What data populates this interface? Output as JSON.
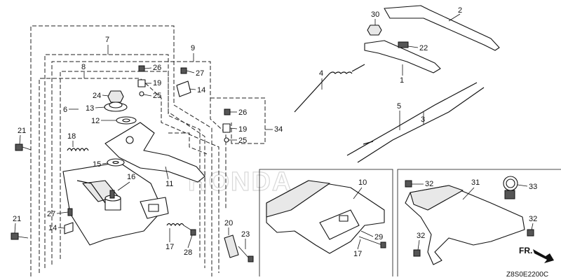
{
  "diagram": {
    "watermark": "HONDA",
    "code": "Z8S0E2200C",
    "direction_label": "FR.",
    "callouts": {
      "c1": "1",
      "c2": "2",
      "c3": "3",
      "c4": "4",
      "c5": "5",
      "c6": "6",
      "c7": "7",
      "c8": "8",
      "c9": "9",
      "c10": "10",
      "c11": "11",
      "c12": "12",
      "c13": "13",
      "c14a": "14",
      "c14b": "14",
      "c15": "15",
      "c16": "16",
      "c17a": "17",
      "c17b": "17",
      "c18": "18",
      "c19a": "19",
      "c19b": "19",
      "c20": "20",
      "c21a": "21",
      "c21b": "21",
      "c22": "22",
      "c23": "23",
      "c24": "24",
      "c25a": "25",
      "c25b": "25",
      "c26a": "26",
      "c26b": "26",
      "c27a": "27",
      "c27b": "27",
      "c28": "28",
      "c29": "29",
      "c30": "30",
      "c31": "31",
      "c32a": "32",
      "c32b": "32",
      "c32c": "32",
      "c33": "33",
      "c34": "34"
    }
  }
}
